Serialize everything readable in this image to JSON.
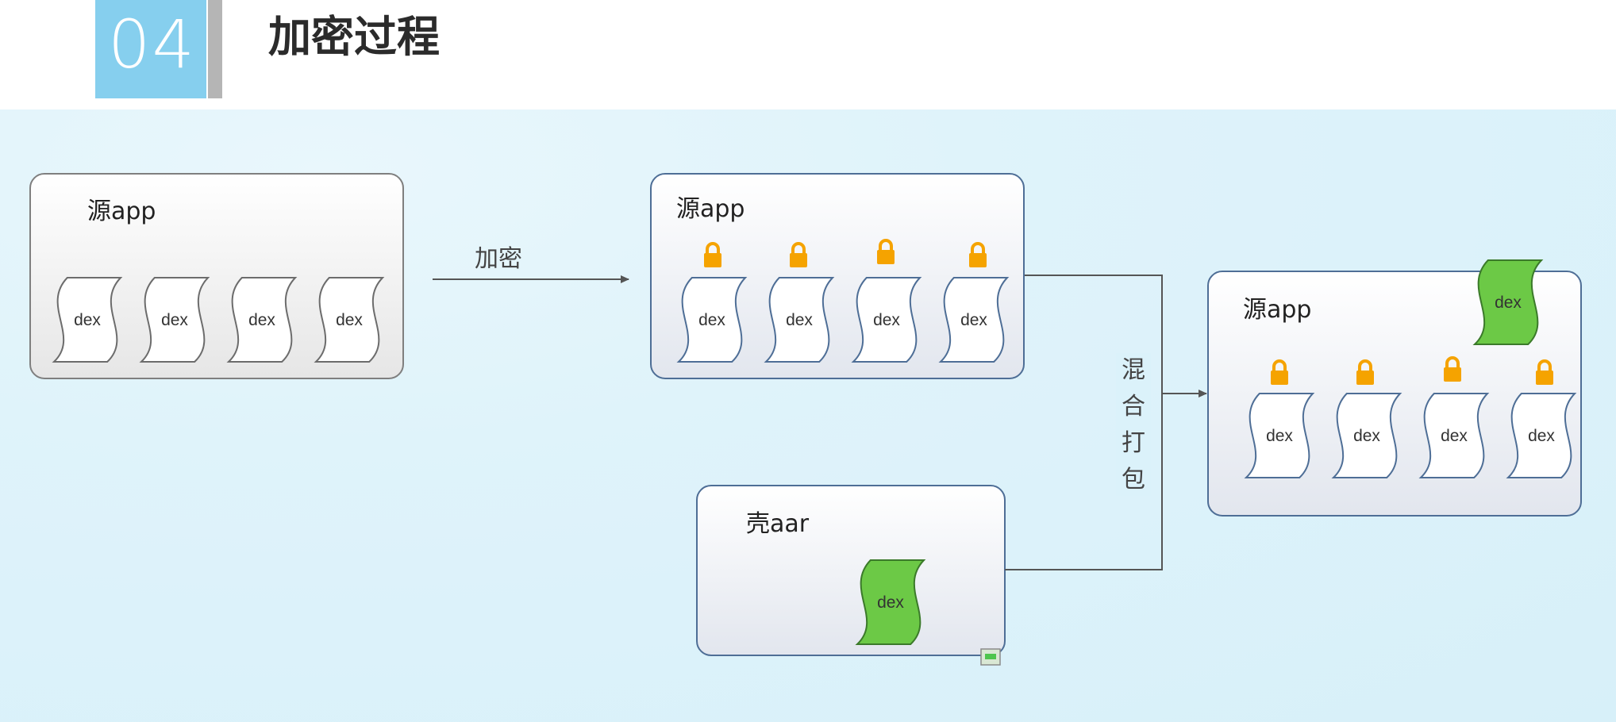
{
  "header": {
    "number": "04",
    "title": "加密过程"
  },
  "colors": {
    "header_accent": "#86cfee",
    "lock": "#f5a300",
    "shell_dex": "#6cc946"
  },
  "boxes": {
    "source_app": {
      "label": "源app",
      "dex": [
        "dex",
        "dex",
        "dex",
        "dex"
      ]
    },
    "encrypted_app": {
      "label": "源app",
      "dex": [
        "dex",
        "dex",
        "dex",
        "dex"
      ],
      "locks": [
        "lock-icon",
        "lock-icon",
        "lock-icon",
        "lock-icon"
      ]
    },
    "shell_aar": {
      "label": "壳aar",
      "dex": [
        "dex"
      ]
    },
    "result_app": {
      "label": "源app",
      "dex": [
        "dex",
        "dex",
        "dex",
        "dex"
      ],
      "shell_dex": "dex",
      "locks": [
        "lock-icon",
        "lock-icon",
        "lock-icon",
        "lock-icon"
      ]
    }
  },
  "edges": {
    "encrypt": "加密",
    "merge": [
      "混",
      "合",
      "打",
      "包"
    ]
  }
}
